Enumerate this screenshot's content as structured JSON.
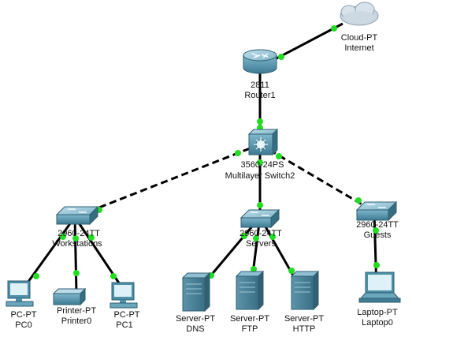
{
  "colors": {
    "background": "#ffffff",
    "link": "#000000",
    "link_status_up": "#22dd22",
    "device_body": "#4e8fa8",
    "cloud": "#c9d6e0"
  },
  "devices": {
    "cloud": {
      "model": "Cloud-PT",
      "name": "Internet",
      "icon": "cloud-icon"
    },
    "router": {
      "model": "2811",
      "name": "Router1",
      "icon": "router-icon"
    },
    "core_switch": {
      "model": "3560-24PS",
      "name": "Multilayer Switch2",
      "icon": "multilayer-switch-icon"
    },
    "sw_workstations": {
      "model": "2960-24TT",
      "name": "Workstations",
      "icon": "switch-icon"
    },
    "sw_servers": {
      "model": "2960-24TT",
      "name": "Servers",
      "icon": "switch-icon"
    },
    "sw_guests": {
      "model": "2960-24TT",
      "name": "Guests",
      "icon": "switch-icon"
    },
    "pc0": {
      "model": "PC-PT",
      "name": "PC0",
      "icon": "pc-icon"
    },
    "printer0": {
      "model": "Printer-PT",
      "name": "Printer0",
      "icon": "printer-icon"
    },
    "pc1": {
      "model": "PC-PT",
      "name": "PC1",
      "icon": "pc-icon"
    },
    "dns": {
      "model": "Server-PT",
      "name": "DNS",
      "icon": "server-icon"
    },
    "ftp": {
      "model": "Server-PT",
      "name": "FTP",
      "icon": "server-icon"
    },
    "http": {
      "model": "Server-PT",
      "name": "HTTP",
      "icon": "server-icon"
    },
    "laptop0": {
      "model": "Laptop-PT",
      "name": "Laptop0",
      "icon": "laptop-icon"
    }
  },
  "links": [
    {
      "from": "cloud",
      "to": "router",
      "style": "solid",
      "status": "up"
    },
    {
      "from": "router",
      "to": "core_switch",
      "style": "solid",
      "status": "up"
    },
    {
      "from": "core_switch",
      "to": "sw_workstations",
      "style": "dashed",
      "status": "up"
    },
    {
      "from": "core_switch",
      "to": "sw_servers",
      "style": "solid",
      "status": "up"
    },
    {
      "from": "core_switch",
      "to": "sw_guests",
      "style": "dashed",
      "status": "up"
    },
    {
      "from": "sw_workstations",
      "to": "pc0",
      "style": "solid",
      "status": "up"
    },
    {
      "from": "sw_workstations",
      "to": "printer0",
      "style": "solid",
      "status": "up"
    },
    {
      "from": "sw_workstations",
      "to": "pc1",
      "style": "solid",
      "status": "up"
    },
    {
      "from": "sw_servers",
      "to": "dns",
      "style": "solid",
      "status": "up"
    },
    {
      "from": "sw_servers",
      "to": "ftp",
      "style": "solid",
      "status": "up"
    },
    {
      "from": "sw_servers",
      "to": "http",
      "style": "solid",
      "status": "up"
    },
    {
      "from": "sw_guests",
      "to": "laptop0",
      "style": "solid",
      "status": "up"
    }
  ]
}
